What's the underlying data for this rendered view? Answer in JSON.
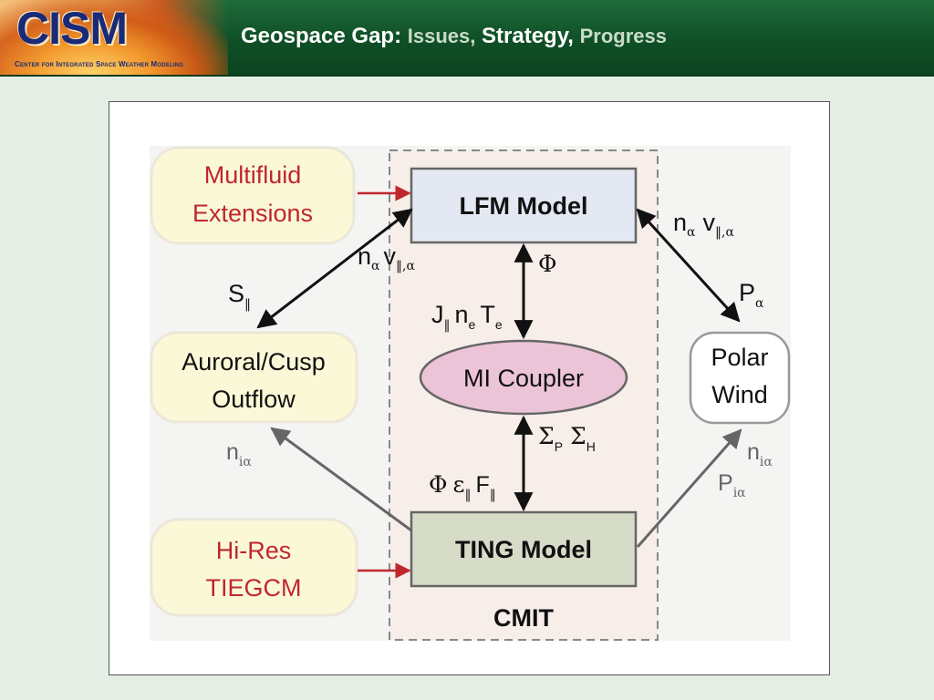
{
  "header": {
    "logo": "CISM",
    "tagline": "Center for Integrated Space Weather Modeling",
    "title_main": "Geospace Gap:",
    "title_issues": "Issues,",
    "title_strategy": "Strategy",
    "title_comma": ",",
    "title_progress": "Progress"
  },
  "colors": {
    "header_green": "#0f4f26",
    "slide_bg": "#e4eee4",
    "cream_box": "#fbf8d8",
    "red_text": "#c0272d",
    "red_arrow": "#c0272d",
    "lfm_fill": "#e4e8f2",
    "ting_fill": "#d6dcc8",
    "coupler_fill": "#ecc4d8",
    "cmit_bg": "#f7eeea"
  },
  "diagram": {
    "multifluid": [
      "Multifluid",
      "Extensions"
    ],
    "lfm": "LFM Model",
    "auroral": [
      "Auroral/Cusp",
      "Outflow"
    ],
    "polar": [
      "Polar",
      "Wind"
    ],
    "coupler": "MI Coupler",
    "ting": "TING Model",
    "hires": [
      "Hi-Res",
      "TIEGCM"
    ],
    "cmit": "CMIT",
    "labels": {
      "n_alpha": "n",
      "alpha_sub": "α",
      "v_par": "v",
      "par_alpha_sub": "‖,α",
      "s_par": "S",
      "par_sub": "‖",
      "phi": "Φ",
      "j_par": "J",
      "n_e": "n",
      "e_sub": "e",
      "t_e": "T",
      "p_alpha": "P",
      "sigma": "Σ",
      "p_sub": "P",
      "h_sub": "H",
      "n_i_alpha": "n",
      "i_alpha_sub": "iα",
      "p_i_alpha": "P",
      "epsilon": "ε",
      "f_par": "F"
    }
  }
}
